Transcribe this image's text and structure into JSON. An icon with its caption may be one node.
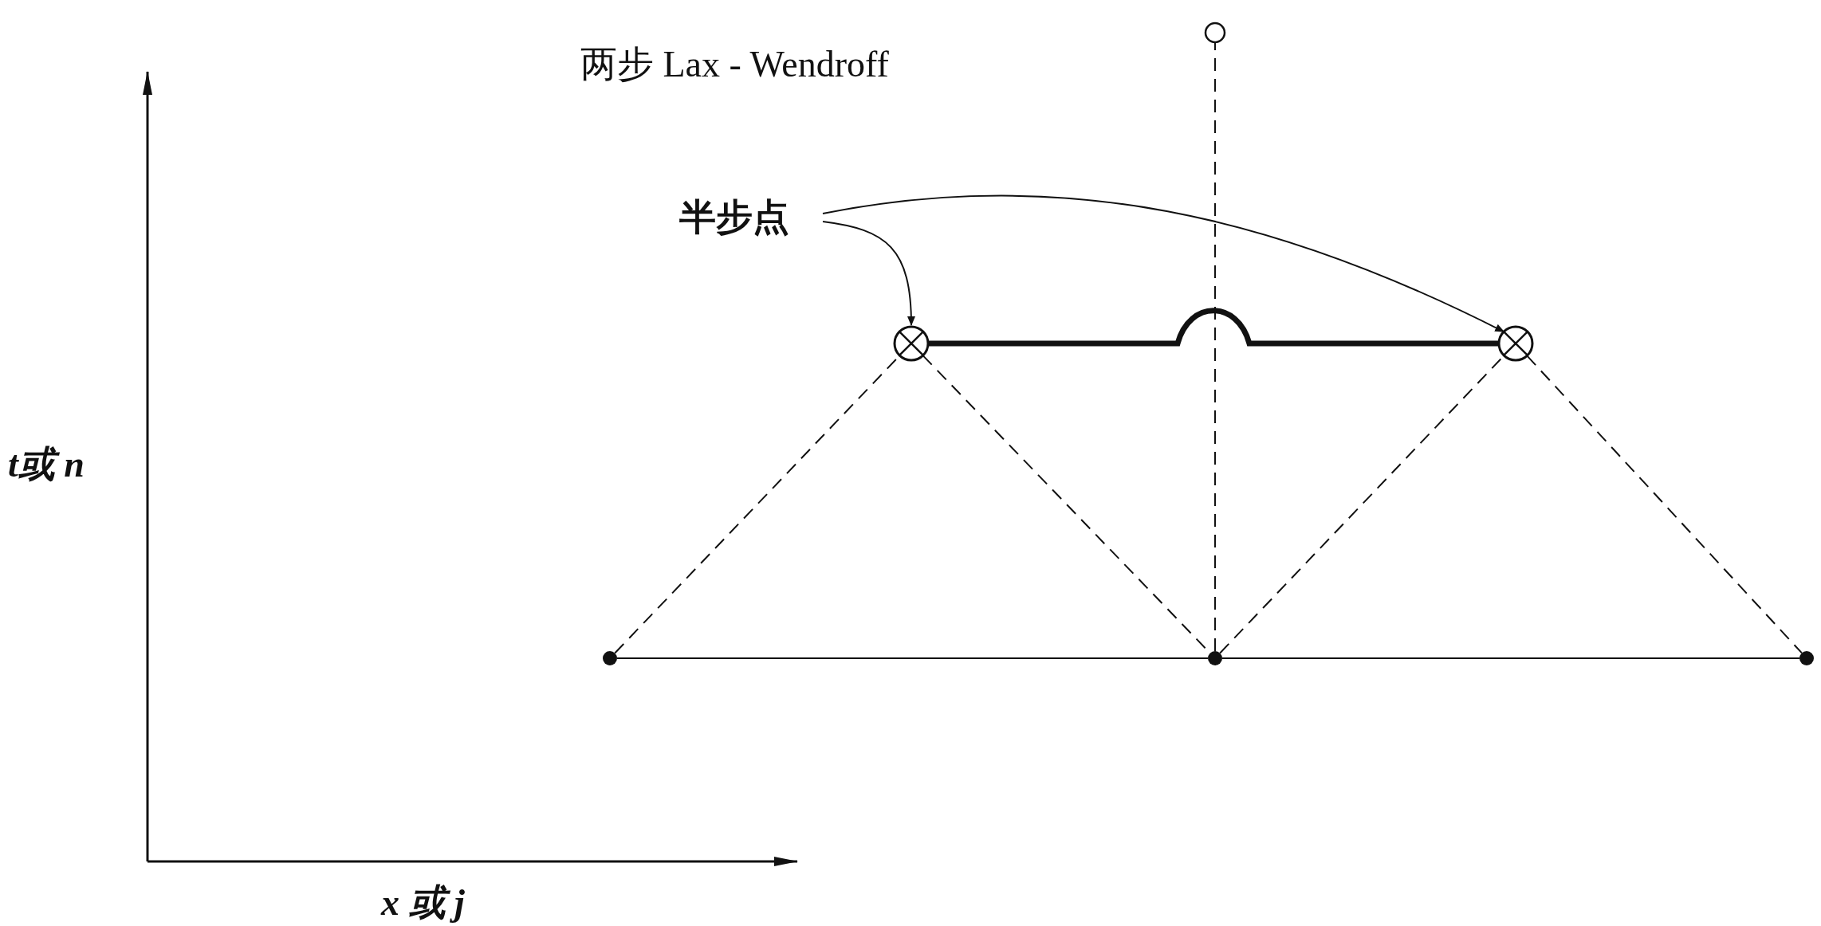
{
  "diagram": {
    "title": "两步 Lax - Wendroff",
    "nodes": [
      {
        "text": [],
        "shape": "dot"
      },
      {
        "text": [],
        "shape": "dot"
      },
      {
        "text": [],
        "shape": "dot"
      },
      {
        "text": [],
        "shape": "cross-circle"
      },
      {
        "text": [],
        "shape": "cross-circle"
      },
      {
        "text": [],
        "shape": "circle"
      },
      {
        "text": [
          "半步点"
        ]
      }
    ],
    "edges": [
      {
        "from": 0,
        "to": 1,
        "arrow": "none"
      },
      {
        "from": 1,
        "to": 2,
        "arrow": "none"
      },
      {
        "from": 3,
        "to": 4,
        "arrow": "none",
        "style": "thick"
      },
      {
        "from": 0,
        "to": 3,
        "arrow": "none",
        "style": "dashed"
      },
      {
        "from": 3,
        "to": 1,
        "arrow": "none",
        "style": "dashed"
      },
      {
        "from": 1,
        "to": 4,
        "arrow": "none",
        "style": "dashed"
      },
      {
        "from": 4,
        "to": 2,
        "arrow": "none",
        "style": "dashed"
      },
      {
        "from": 1,
        "to": 5,
        "arrow": "none",
        "style": "dashed"
      },
      {
        "from": 6,
        "to": 3,
        "arrow": "to"
      },
      {
        "from": 6,
        "to": 4,
        "arrow": "to"
      }
    ],
    "labels": [
      "t或 n",
      "x 或 j"
    ]
  }
}
